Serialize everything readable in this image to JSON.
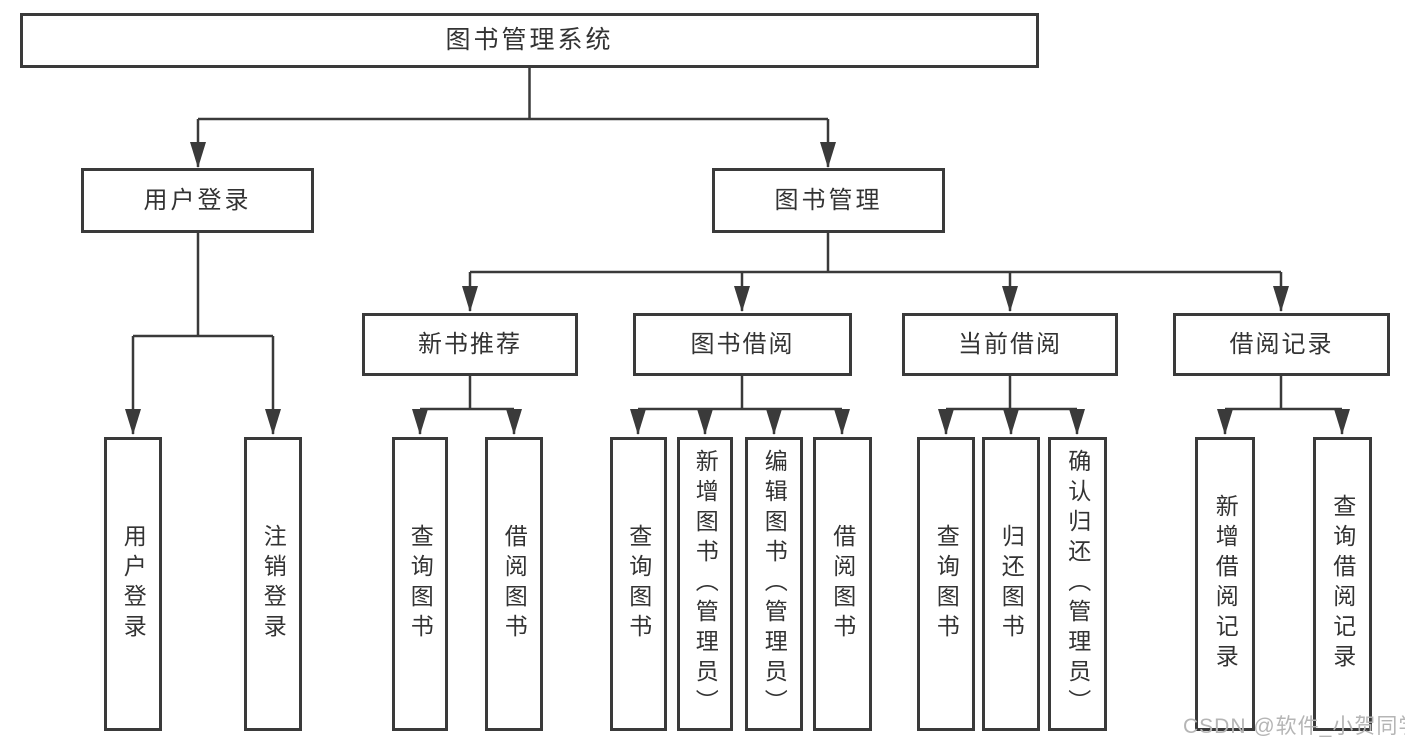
{
  "diagram": {
    "root": {
      "label": "图书管理系统"
    },
    "level2": [
      {
        "label": "用户登录"
      },
      {
        "label": "图书管理"
      }
    ],
    "level3": [
      {
        "label": "新书推荐"
      },
      {
        "label": "图书借阅"
      },
      {
        "label": "当前借阅"
      },
      {
        "label": "借阅记录"
      }
    ],
    "leaves": [
      {
        "label": "用户登录",
        "parent": "用户登录"
      },
      {
        "label": "注销登录",
        "parent": "用户登录"
      },
      {
        "label": "查询图书",
        "parent": "新书推荐"
      },
      {
        "label": "借阅图书",
        "parent": "新书推荐"
      },
      {
        "label": "查询图书",
        "parent": "图书借阅"
      },
      {
        "label": "新增图书（管理员）",
        "parent": "图书借阅"
      },
      {
        "label": "编辑图书（管理员）",
        "parent": "图书借阅"
      },
      {
        "label": "借阅图书",
        "parent": "图书借阅"
      },
      {
        "label": "查询图书",
        "parent": "当前借阅"
      },
      {
        "label": "归还图书",
        "parent": "当前借阅"
      },
      {
        "label": "确认归还（管理员）",
        "parent": "当前借阅"
      },
      {
        "label": "新增借阅记录",
        "parent": "借阅记录"
      },
      {
        "label": "查询借阅记录",
        "parent": "借阅记录"
      }
    ]
  },
  "watermark": "CSDN @软件_小贺同学",
  "colors": {
    "line": "#3a3a3a",
    "text": "#333333",
    "watermark": "#b5b5b5",
    "background": "#ffffff"
  }
}
